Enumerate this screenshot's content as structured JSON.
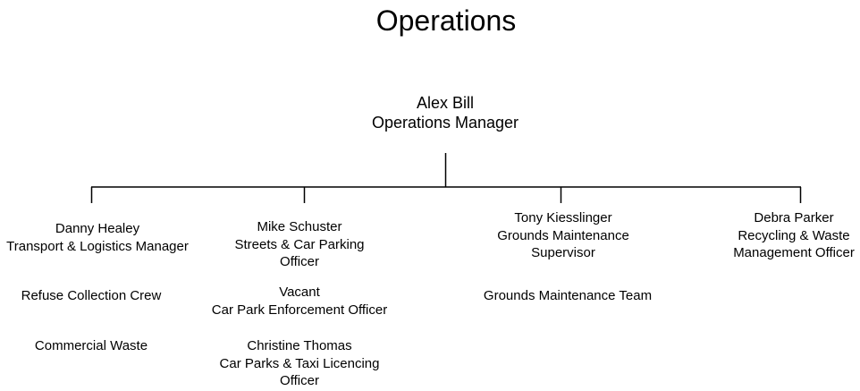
{
  "title": "Operations",
  "manager": {
    "name": "Alex Bill",
    "role": "Operations Manager"
  },
  "columns": [
    {
      "head": [
        "Danny Healey",
        "Transport & Logistics Manager"
      ],
      "teams": [
        [
          "Refuse Collection Crew"
        ],
        [
          "Commercial Waste"
        ]
      ]
    },
    {
      "head": [
        "Mike Schuster",
        "Streets & Car Parking",
        "Officer"
      ],
      "teams": [
        [
          "Vacant",
          "Car Park Enforcement Officer"
        ],
        [
          "Christine Thomas",
          "Car Parks & Taxi Licencing",
          "Officer"
        ]
      ]
    },
    {
      "head": [
        "Tony Kiesslinger",
        "Grounds Maintenance",
        "Supervisor"
      ],
      "teams": [
        [
          "Grounds Maintenance Team"
        ]
      ]
    },
    {
      "head": [
        "Debra Parker",
        "Recycling & Waste",
        "Management Officer"
      ],
      "teams": []
    }
  ]
}
